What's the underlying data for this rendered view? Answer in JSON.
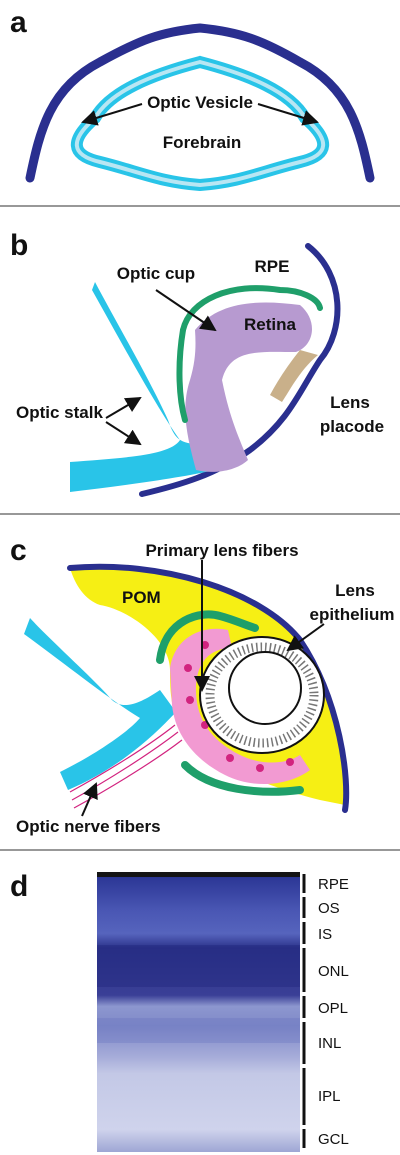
{
  "colors": {
    "outer_ectoderm": "#2a2f8f",
    "optic_vesicle_cyan": "#29c4e8",
    "optic_vesicle_light": "#b8e6f3",
    "rpe_green": "#1f9f6a",
    "retina_purple": "#b79ad0",
    "lens_placode_tan": "#c9b08a",
    "pom_yellow": "#f6ef14",
    "retina_pink": "#f29ad2",
    "nuclei_magenta": "#d2237f",
    "histology_blue": "#2c3796"
  },
  "panels": {
    "a": {
      "letter": "a",
      "labels": {
        "optic_vesicle": "Optic Vesicle",
        "forebrain": "Forebrain"
      }
    },
    "b": {
      "letter": "b",
      "labels": {
        "optic_cup": "Optic cup",
        "rpe": "RPE",
        "retina": "Retina",
        "optic_stalk": "Optic stalk",
        "lens_line1": "Lens",
        "lens_line2": "placode"
      }
    },
    "c": {
      "letter": "c",
      "labels": {
        "primary_lens_fibers": "Primary lens fibers",
        "lens_epi_line1": "Lens",
        "lens_epi_line2": "epithelium",
        "pom": "POM",
        "optic_nerve_fibers": "Optic nerve fibers"
      }
    },
    "d": {
      "letter": "d",
      "layers": [
        "RPE",
        "OS",
        "IS",
        "ONL",
        "OPL",
        "INL",
        "IPL",
        "GCL"
      ]
    }
  }
}
